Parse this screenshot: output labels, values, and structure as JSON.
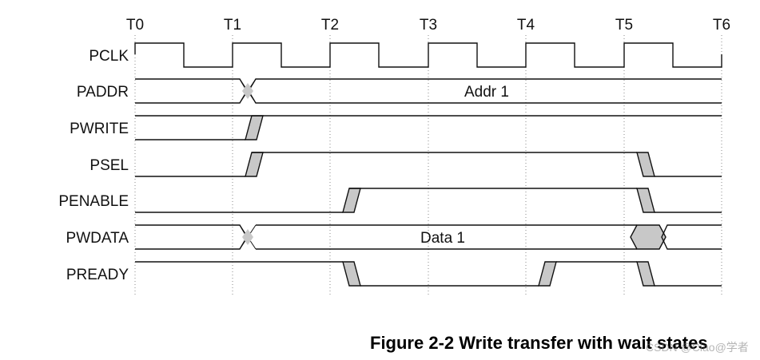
{
  "time_markers": [
    "T0",
    "T1",
    "T2",
    "T3",
    "T4",
    "T5",
    "T6"
  ],
  "signals": {
    "pclk": "PCLK",
    "paddr": "PADDR",
    "pwrite": "PWRITE",
    "psel": "PSEL",
    "penable": "PENABLE",
    "pwdata": "PWDATA",
    "pready": "PREADY"
  },
  "bus_values": {
    "paddr": "Addr 1",
    "pwdata": "Data 1"
  },
  "caption": "Figure 2-2 Write transfer with wait states",
  "watermark": "CSDN @Ciao@学者",
  "colors": {
    "line": "#111111",
    "transition_fill": "#c8c8c8",
    "guide": "#888888"
  }
}
